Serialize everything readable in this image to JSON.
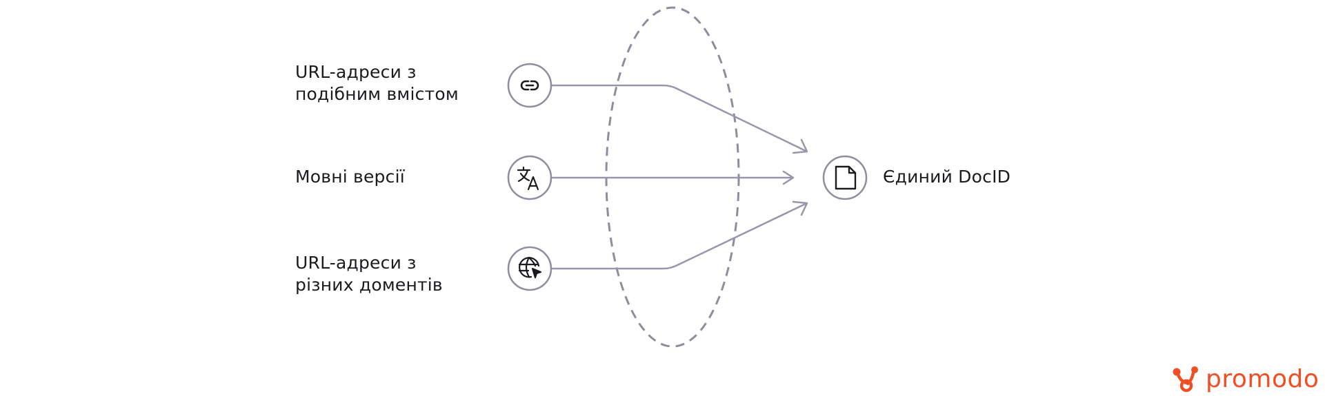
{
  "diagram": {
    "sources": [
      {
        "id": "similar",
        "label_lines": [
          "URL-адреси з",
          "подібним вмістом"
        ],
        "icon": "link-icon"
      },
      {
        "id": "lang",
        "label_lines": [
          "Мовні версії"
        ],
        "icon": "translate-icon"
      },
      {
        "id": "domains",
        "label_lines": [
          "URL-адреси з",
          "різних доментів"
        ],
        "icon": "globe-cursor-icon"
      }
    ],
    "target": {
      "label": "Єдиний DocID",
      "icon": "document-icon"
    }
  },
  "brand": {
    "name": "promodo",
    "logo_icon": "promodo-logo-icon",
    "color": "#f04e23"
  },
  "colors": {
    "line": "#9896ab",
    "ellipse": "#8e8c9e",
    "circle": "#8e8c9e",
    "icon": "#1b1b1f"
  }
}
